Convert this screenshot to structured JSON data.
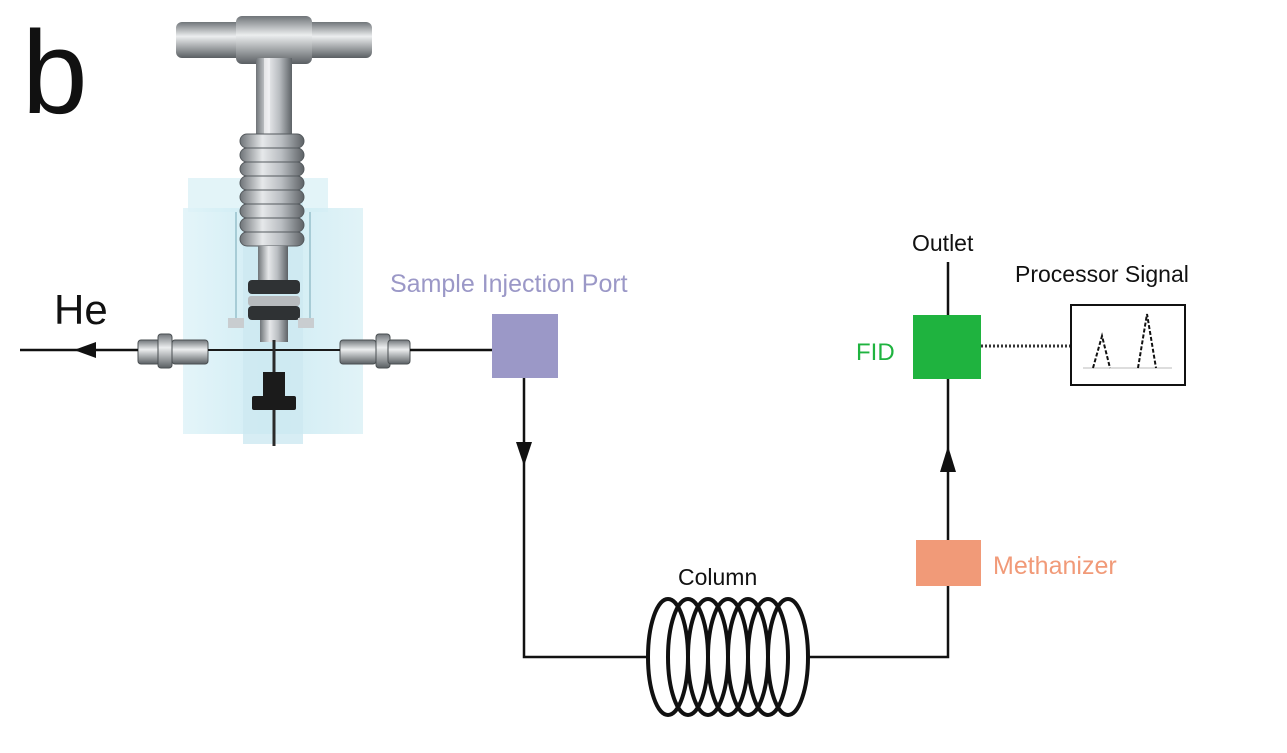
{
  "panel_letter": "b",
  "labels": {
    "carrier_gas": "He",
    "sample_injection_port": "Sample Injection Port",
    "outlet": "Outlet",
    "processor_signal": "Processor Signal",
    "fid": "FID",
    "column": "Column",
    "methanizer": "Methanizer"
  },
  "colors": {
    "injection_port": "#9b98c7",
    "fid": "#1fb33f",
    "methanizer": "#f19a78",
    "valve_body": "#d4eef5",
    "line": "#111111"
  },
  "icons": {
    "valve": "needle-valve-icon",
    "column": "coiled-column-icon",
    "signal": "chromatogram-peaks-icon"
  }
}
